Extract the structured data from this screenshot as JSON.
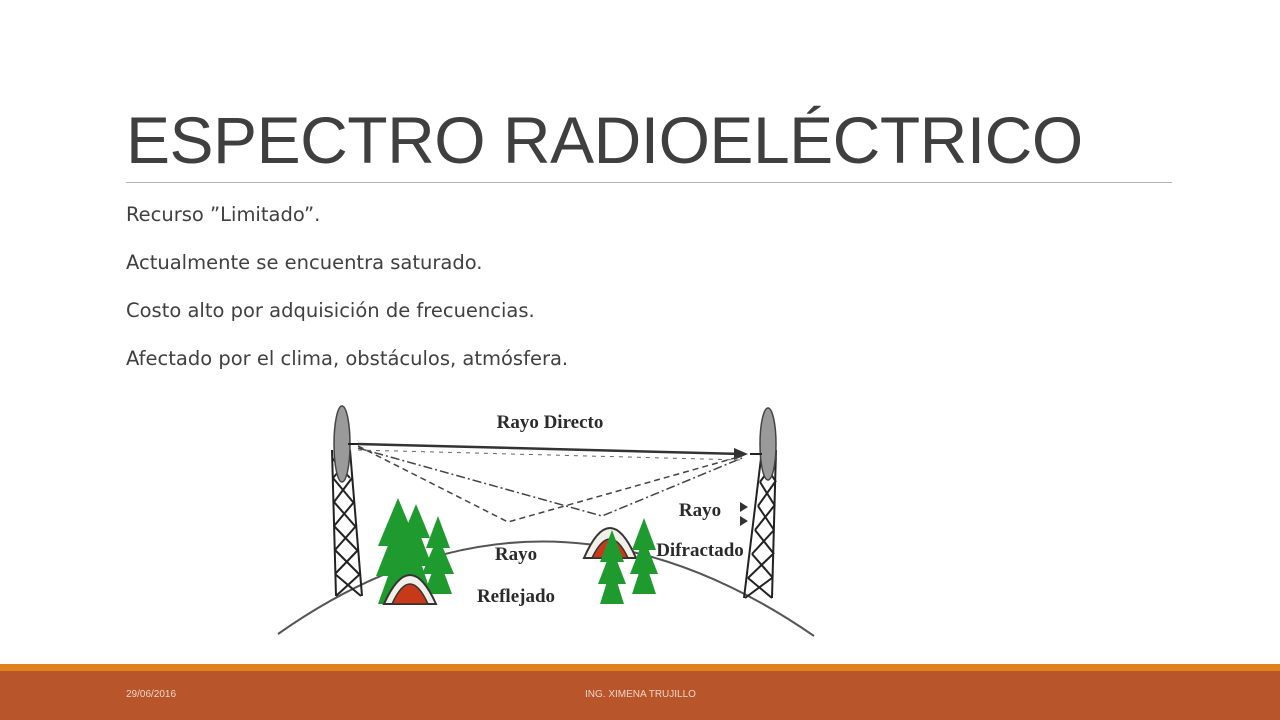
{
  "slide": {
    "title": "ESPECTRO RADIOELÉCTRICO",
    "bullets": [
      "Recurso ”Limitado”.",
      "Actualmente se encuentra saturado.",
      "Costo alto por adquisición de frecuencias.",
      "Afectado por el clima, obstáculos, atmósfera."
    ]
  },
  "figure": {
    "label_direct": "Rayo Directo",
    "label_reflected_1": "Rayo",
    "label_reflected_2": "Reflejado",
    "label_diffracted_1": "Rayo",
    "label_diffracted_2": "Difractado"
  },
  "footer": {
    "date": "29/06/2016",
    "author": "ING. XIMENA TRUJILLO"
  },
  "colors": {
    "accent_orange": "#e0831c",
    "footer_rust": "#b9552a",
    "tree_green": "#1f9a2e",
    "hut_red": "#c8391c"
  }
}
